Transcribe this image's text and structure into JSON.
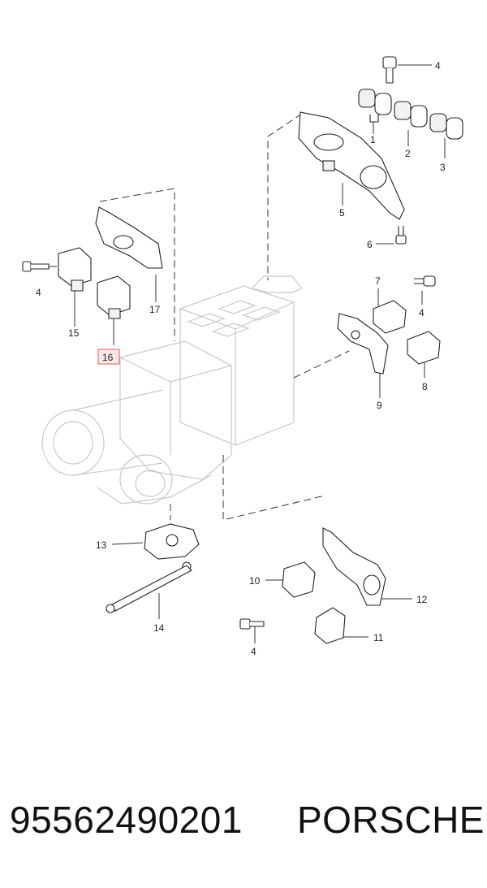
{
  "diagram": {
    "callouts": [
      {
        "id": "c1",
        "label": "1"
      },
      {
        "id": "c2",
        "label": "2"
      },
      {
        "id": "c3",
        "label": "3"
      },
      {
        "id": "c4a",
        "label": "4"
      },
      {
        "id": "c5",
        "label": "5"
      },
      {
        "id": "c6",
        "label": "6"
      },
      {
        "id": "c4b",
        "label": "4"
      },
      {
        "id": "c15",
        "label": "15"
      },
      {
        "id": "c16",
        "label": "16",
        "highlighted": true
      },
      {
        "id": "c17",
        "label": "17"
      },
      {
        "id": "c7",
        "label": "7"
      },
      {
        "id": "c4c",
        "label": "4"
      },
      {
        "id": "c8",
        "label": "8"
      },
      {
        "id": "c9",
        "label": "9"
      },
      {
        "id": "c13",
        "label": "13"
      },
      {
        "id": "c14",
        "label": "14"
      },
      {
        "id": "c10",
        "label": "10"
      },
      {
        "id": "c12",
        "label": "12"
      },
      {
        "id": "c4d",
        "label": "4"
      },
      {
        "id": "c11",
        "label": "11"
      }
    ],
    "highlight_color": "#e05a5a"
  },
  "footer": {
    "part_number": "95562490201",
    "brand": "PORSCHE"
  }
}
